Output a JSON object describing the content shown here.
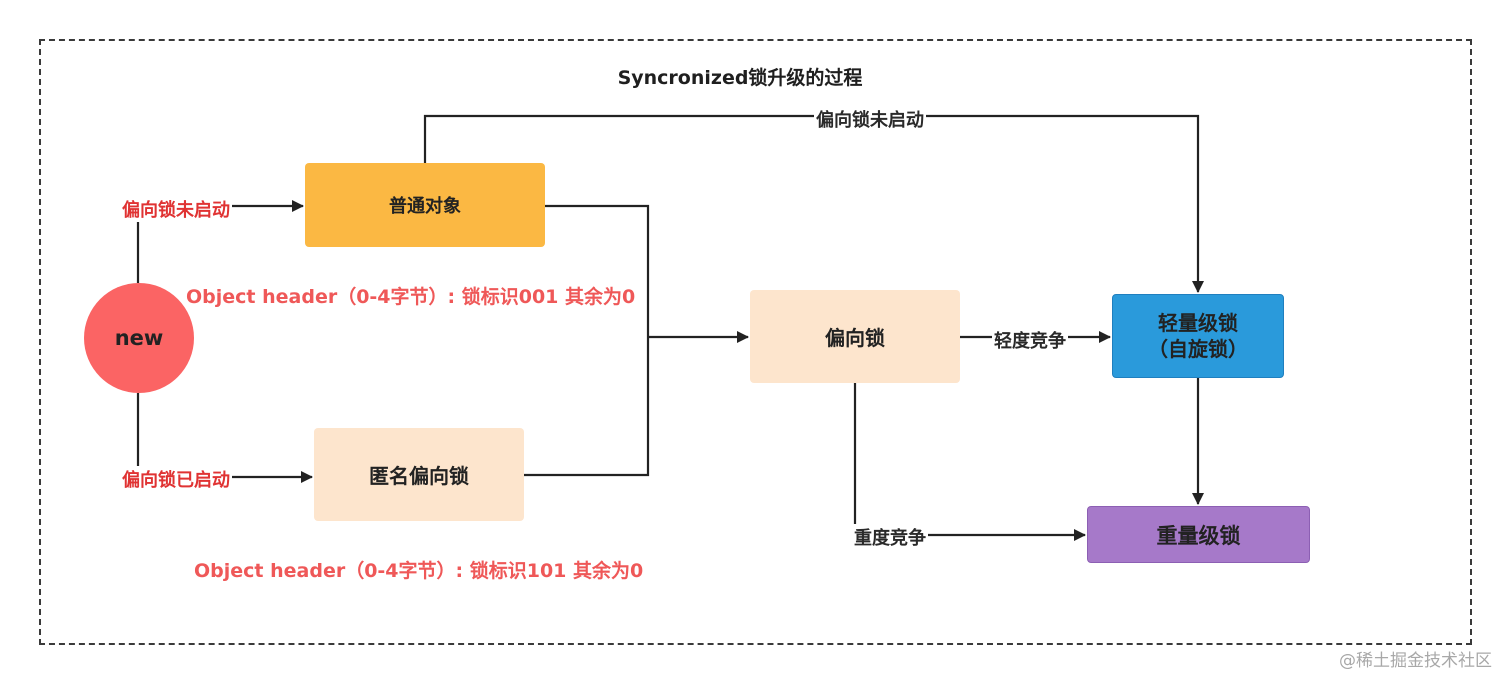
{
  "title": "Syncronized锁升级的过程",
  "nodes": {
    "new": "new",
    "normal_object": "普通对象",
    "anonymous_biased": "匿名偏向锁",
    "biased_lock": "偏向锁",
    "lightweight_line1": "轻量级锁",
    "lightweight_line2": "（自旋锁）",
    "heavyweight": "重量级锁"
  },
  "edge_labels": {
    "new_to_normal": "偏向锁未启动",
    "new_to_anonymous": "偏向锁已启动",
    "normal_to_lightweight": "偏向锁未启动",
    "biased_to_lightweight": "轻度竞争",
    "biased_to_heavyweight": "重度竞争"
  },
  "notes": {
    "normal_header": "Object header（0-4字节）: 锁标识001 其余为0",
    "anonymous_header": "Object header（0-4字节）: 锁标识101 其余为0"
  },
  "watermark": "@稀土掘金技术社区",
  "colors": {
    "new": "#fb6464",
    "normal_object": "#fbb843",
    "biased": "#fde5cd",
    "lightweight": "#2a9adb",
    "heavyweight": "#a679c9",
    "red_label": "#e03333",
    "note": "#ef5858"
  }
}
